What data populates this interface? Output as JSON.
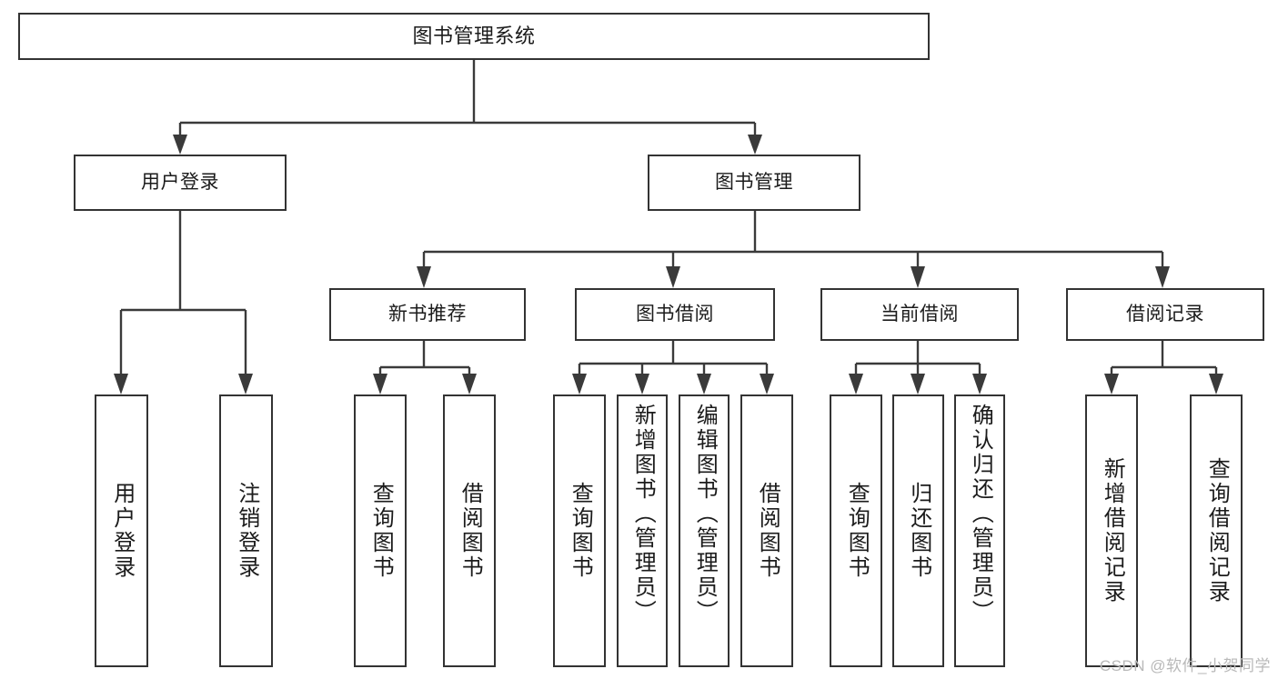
{
  "diagram": {
    "title": "图书管理系统",
    "watermark": "CSDN @软件_小贺同学",
    "root": {
      "label": "图书管理系统"
    },
    "level2": [
      {
        "label": "用户登录"
      },
      {
        "label": "图书管理"
      }
    ],
    "level3": [
      {
        "label": "新书推荐"
      },
      {
        "label": "图书借阅"
      },
      {
        "label": "当前借阅"
      },
      {
        "label": "借阅记录"
      }
    ],
    "leaves": {
      "user_login": [
        {
          "label": "用户登录"
        },
        {
          "label": "注销登录"
        }
      ],
      "new_book": [
        {
          "label": "查询图书"
        },
        {
          "label": "借阅图书"
        }
      ],
      "borrow_book": [
        {
          "label": "查询图书"
        },
        {
          "label": "新增图书（管理员）"
        },
        {
          "label": "编辑图书（管理员）"
        },
        {
          "label": "借阅图书"
        }
      ],
      "current_borrow": [
        {
          "label": "查询图书"
        },
        {
          "label": "归还图书"
        },
        {
          "label": "确认归还（管理员）"
        }
      ],
      "borrow_record": [
        {
          "label": "新增借阅记录"
        },
        {
          "label": "查询借阅记录"
        }
      ]
    },
    "colors": {
      "line": "#3a3a3a",
      "box_border": "#333333",
      "box_fill": "#ffffff",
      "text": "#1b1b1b",
      "watermark": "#b9b9b9"
    }
  }
}
